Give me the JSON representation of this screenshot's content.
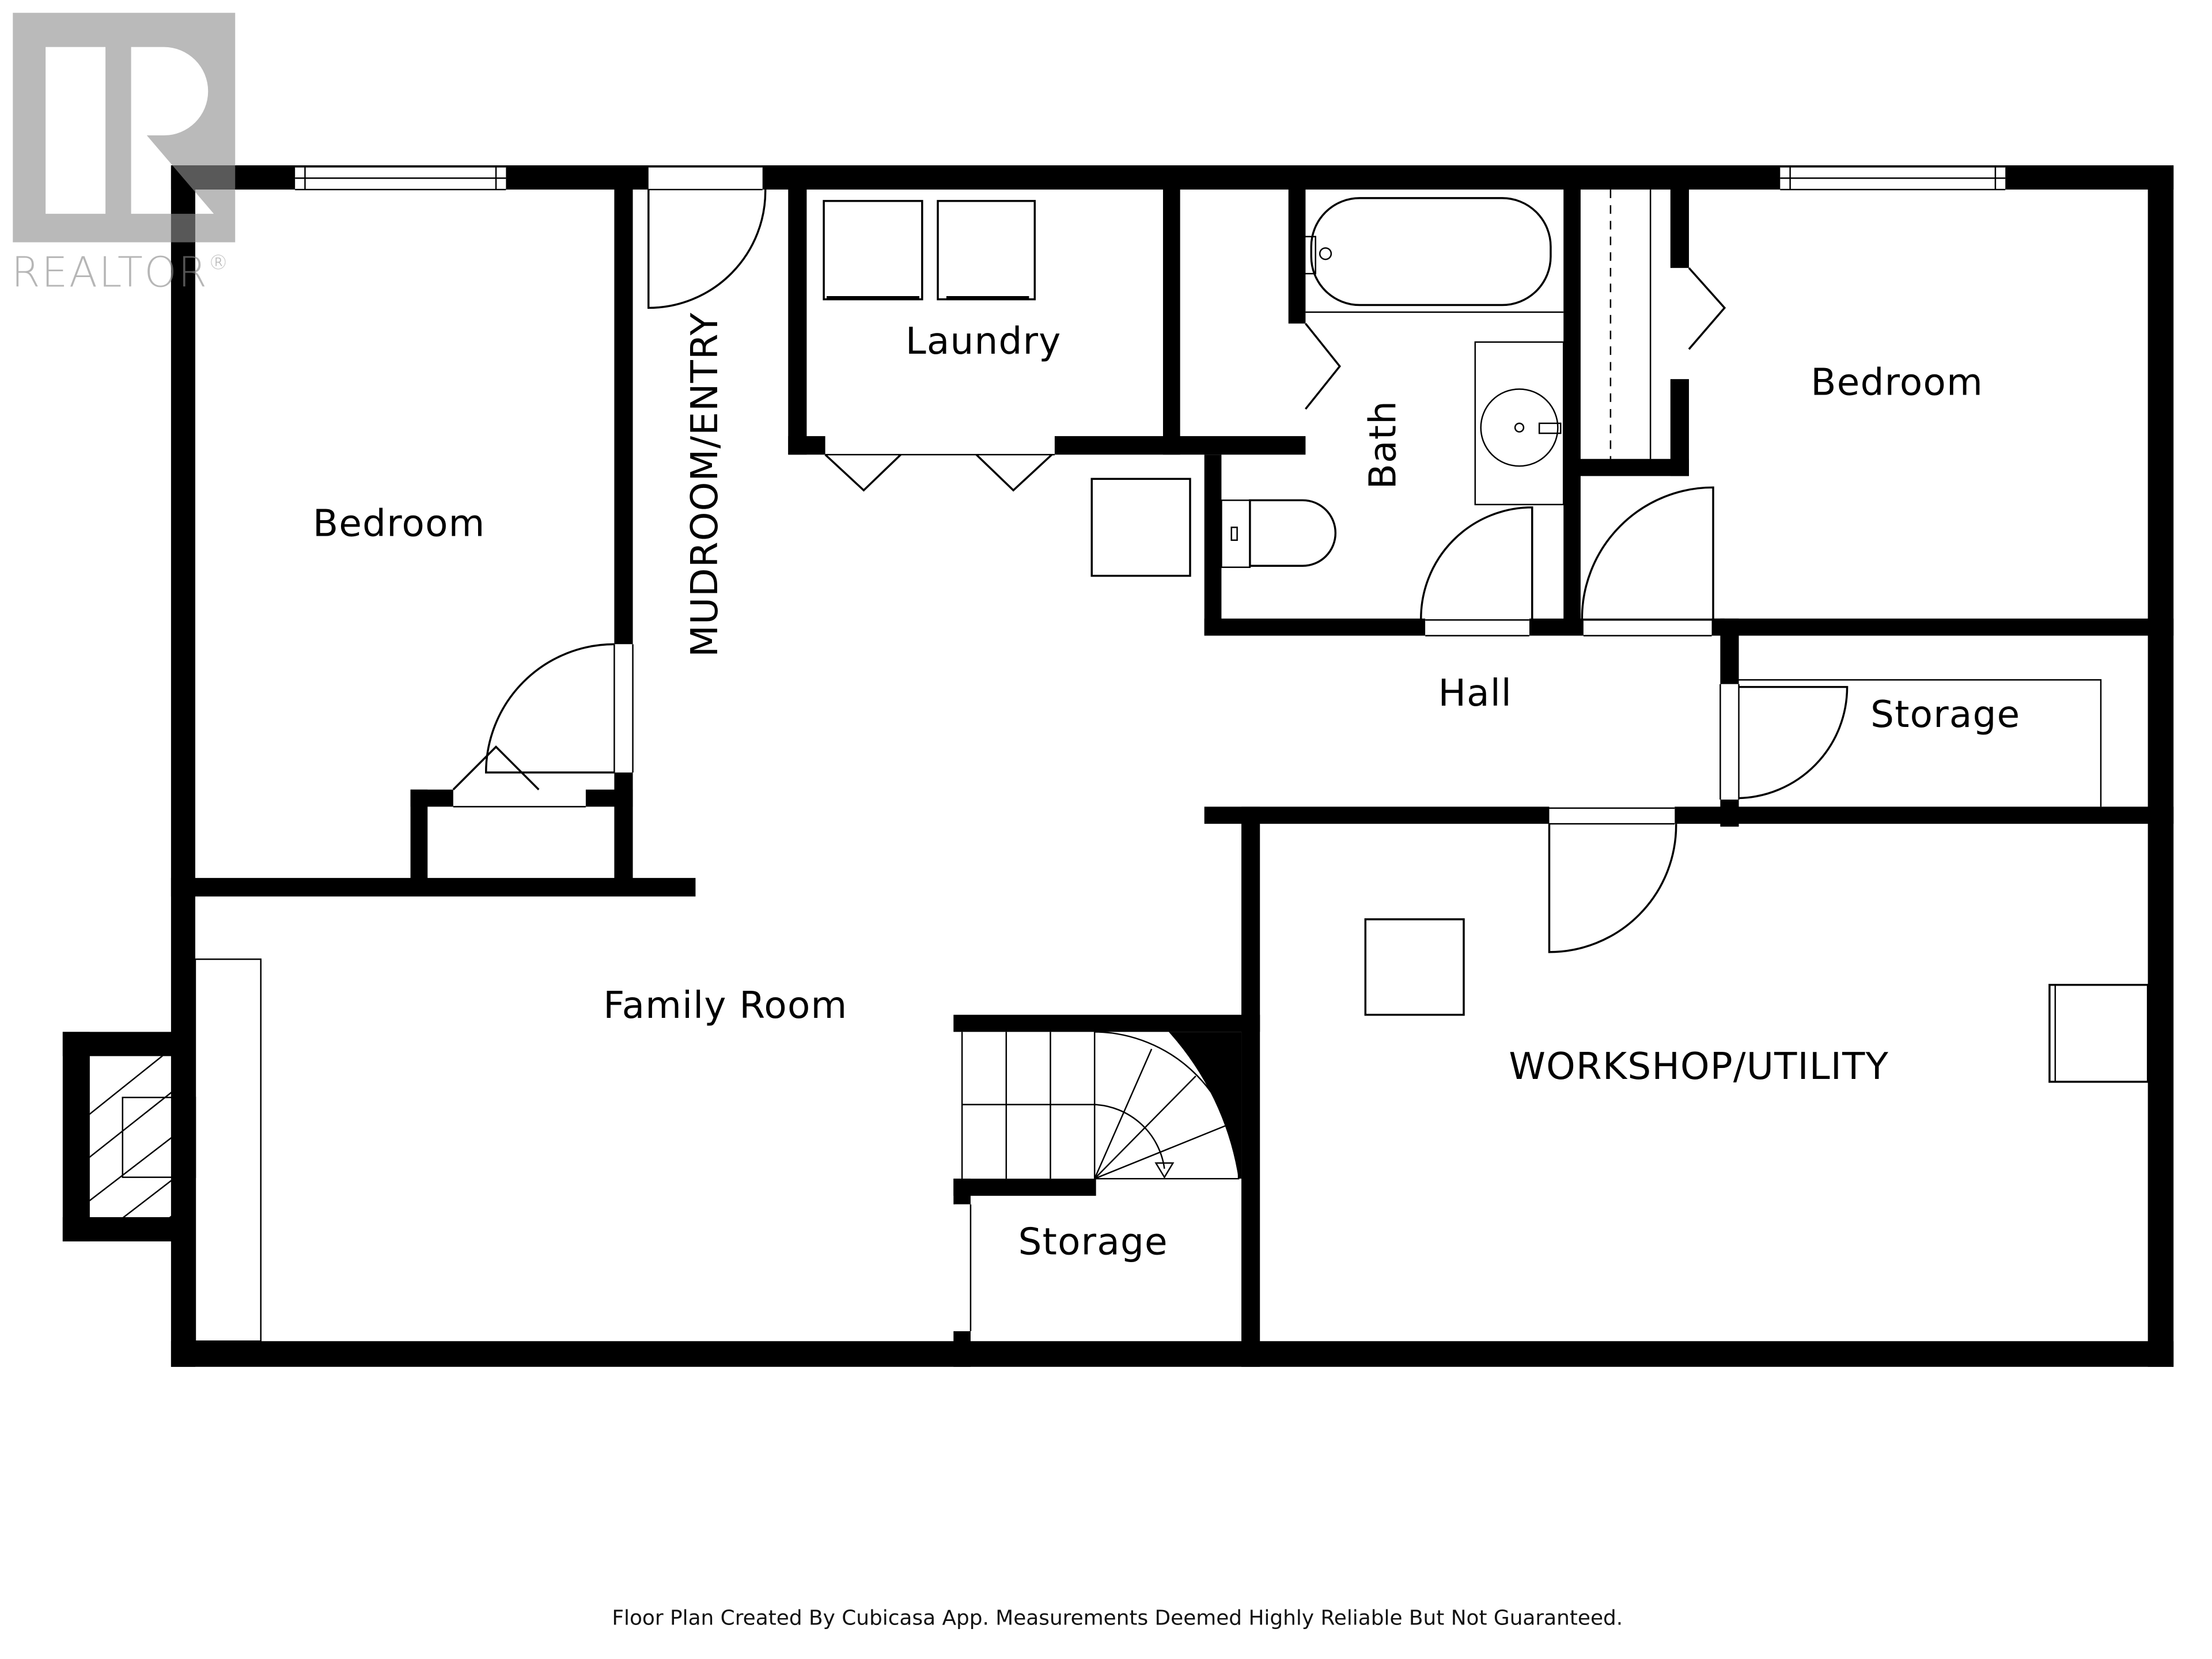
{
  "logo": {
    "text": "REALTOR",
    "registered_mark": "®",
    "color": "#8f8f8f"
  },
  "floor_plan": {
    "rooms": [
      {
        "id": "bedroom-west",
        "label": "Bedroom"
      },
      {
        "id": "mudroom-entry",
        "label": "MUDROOM/ENTRY"
      },
      {
        "id": "laundry",
        "label": "Laundry"
      },
      {
        "id": "bath",
        "label": "Bath"
      },
      {
        "id": "bedroom-east",
        "label": "Bedroom"
      },
      {
        "id": "hall",
        "label": "Hall"
      },
      {
        "id": "storage-east",
        "label": "Storage"
      },
      {
        "id": "family-room",
        "label": "Family Room"
      },
      {
        "id": "storage-stairs",
        "label": "Storage"
      },
      {
        "id": "workshop-utility",
        "label": "WORKSHOP/UTILITY"
      }
    ],
    "wall_color": "#000000",
    "background": "#ffffff"
  },
  "footer": {
    "disclaimer": "Floor Plan Created By Cubicasa App. Measurements Deemed Highly Reliable But Not Guaranteed."
  }
}
